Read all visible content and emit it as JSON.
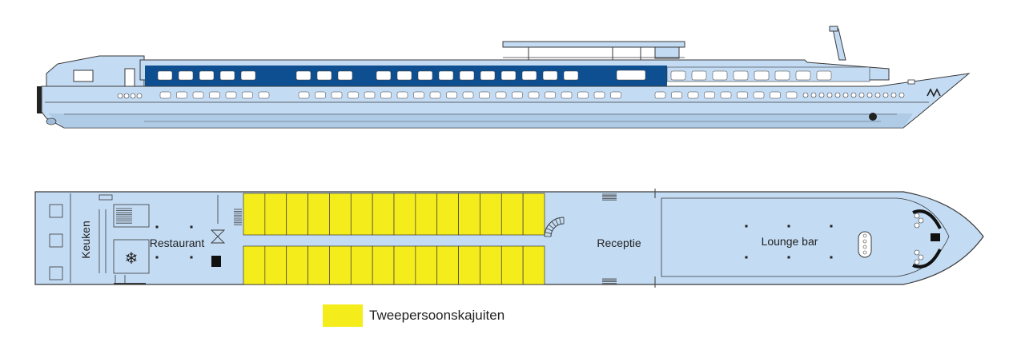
{
  "colors": {
    "hull": "#c3dbf3",
    "hull_dark": "#9fbddb",
    "stripe": "#0e4f91",
    "outline": "#3a3a3a",
    "cabin": "#f5ec1c",
    "window": "#ffffff"
  },
  "plan": {
    "labels": {
      "keuken": "Keuken",
      "restaurant": "Restaurant",
      "receptie": "Receptie",
      "lounge": "Lounge bar"
    },
    "cabins": {
      "columns": 14,
      "rows": 2
    }
  },
  "legend": {
    "label": "Tweepersoonskajuiten"
  },
  "icons": {
    "freezer": "snowflake-icon",
    "spiral_stair": "spiral-staircase-icon"
  }
}
